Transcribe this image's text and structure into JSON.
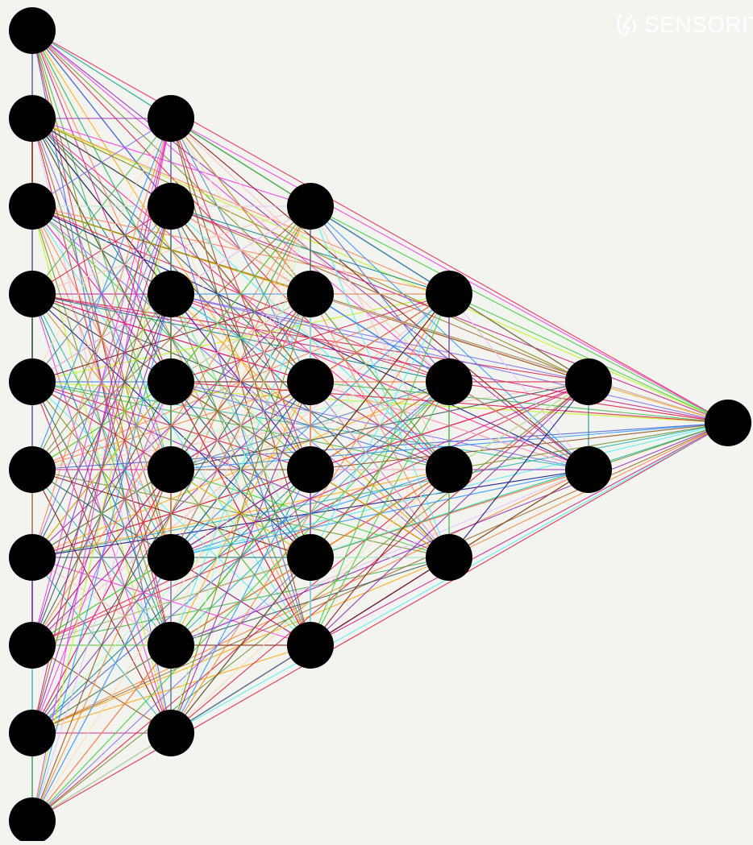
{
  "watermark": {
    "text": "SENSORIT",
    "icon": "sensorit-logo-icon"
  },
  "network": {
    "layer_sizes": [
      10,
      8,
      6,
      4,
      2,
      1
    ],
    "node_color": "#000000",
    "background_color": "#f3f3ef",
    "edge_palette": [
      "#e6194b",
      "#3cb44b",
      "#4363d8",
      "#f58231",
      "#911eb4",
      "#46f0f0",
      "#f032e6",
      "#bcf60c",
      "#008080",
      "#9a6324",
      "#800000",
      "#808000",
      "#000075",
      "#fabebe",
      "#aaffc3",
      "#ffd8b1",
      "#e6beff",
      "#2f4f4f",
      "#ff7f50",
      "#1e90ff",
      "#32cd32",
      "#ff1493",
      "#ffa500",
      "#7b68ee",
      "#20b2aa",
      "#8b4513",
      "#dc143c",
      "#6b8e23",
      "#4682b4",
      "#c71585"
    ],
    "full_connectivity": true
  }
}
